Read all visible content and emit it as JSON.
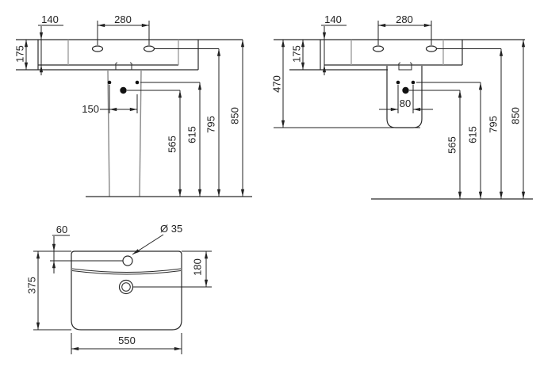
{
  "drawing": {
    "kind": "washbasin installation technical drawing",
    "colors": {
      "line": "#2a2a2a",
      "secondary_line": "#a0a0a0",
      "background": "#ffffff",
      "text": "#1f1f1f"
    },
    "views": {
      "front_pedestal": {
        "name": "front view with full pedestal",
        "labels": {
          "offset_140": "140",
          "holes_280": "280",
          "height_175": "175",
          "fix_150": "150",
          "h565": "565",
          "h615": "615",
          "h795": "795",
          "h850": "850"
        }
      },
      "front_semi_pedestal": {
        "name": "front view with semi-pedestal",
        "labels": {
          "offset_140": "140",
          "holes_280": "280",
          "height_175": "175",
          "semi_470": "470",
          "fix_80": "80",
          "h565": "565",
          "h615": "615",
          "h795": "795",
          "h850": "850"
        }
      },
      "plan": {
        "name": "plan view of basin",
        "labels": {
          "tap_offset_60": "60",
          "tap_dia": "Ø 35",
          "waste_180": "180",
          "depth_375": "375",
          "width_550": "550"
        }
      }
    }
  }
}
